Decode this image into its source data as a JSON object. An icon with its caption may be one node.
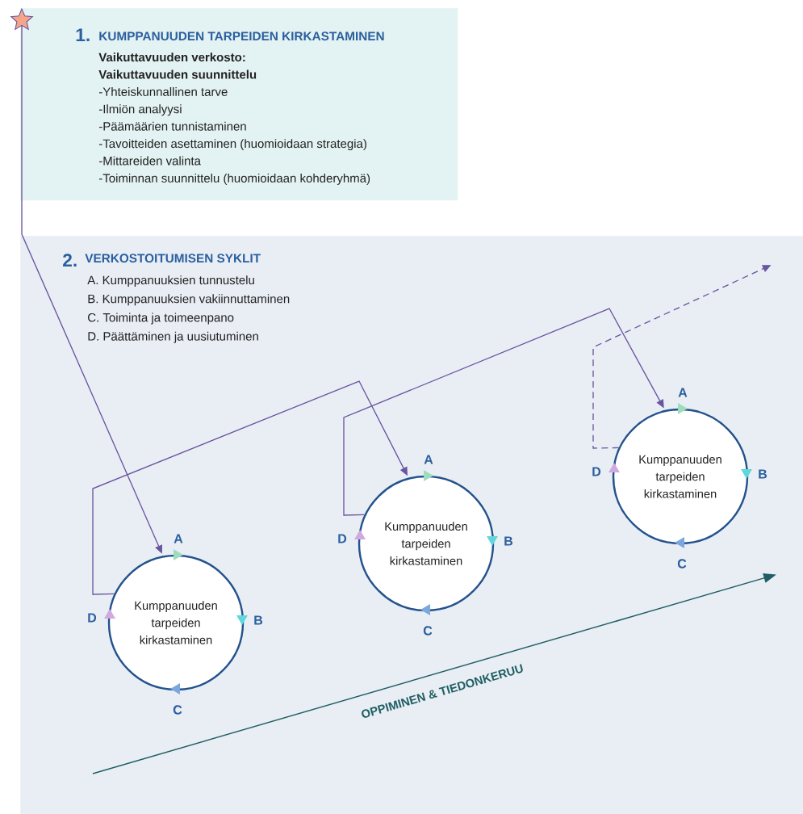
{
  "diagram": {
    "nodes": [
      {
        "text": [
          "1.",
          "KUMPPANUUDEN TARPEIDEN KIRKASTAMINEN",
          "Vaikuttavuuden verkosto:",
          "Vaikuttavuuden suunnittelu",
          "-Yhteiskunnallinen tarve",
          "-Ilmiön analyysi",
          "-Päämäärien tunnistaminen",
          "-Tavoitteiden asettaminen (huomioidaan strategia)",
          "-Mittareiden valinta",
          "-Toiminnan suunnittelu (huomioidaan kohderyhmä)"
        ]
      },
      {
        "text": [],
        "shape": "star"
      },
      {
        "text": [
          "2.",
          "VERKOSTOITUMISEN SYKLIT",
          "A. Kumppanuuksien tunnustelu",
          "B. Kumppanuuksien vakiinnuttaminen",
          "C. Toiminta ja toimeenpano",
          "D. Päättäminen ja uusiutuminen"
        ]
      },
      {
        "text": [
          "Kumppanuuden tarpeiden kirkastaminen"
        ],
        "beside": [
          "A",
          "B",
          "C",
          "D"
        ],
        "in": 2
      },
      {
        "text": [
          "Kumppanuuden tarpeiden kirkastaminen"
        ],
        "beside": [
          "A",
          "B",
          "C",
          "D"
        ],
        "in": 2
      },
      {
        "text": [
          "Kumppanuuden tarpeiden kirkastaminen"
        ],
        "beside": [
          "A",
          "B",
          "C",
          "D"
        ],
        "in": 2
      }
    ],
    "edges": [
      {
        "from": 1,
        "to": 3,
        "arrow": "to"
      },
      {
        "from": 3,
        "to": 4,
        "arrow": "to"
      },
      {
        "from": 4,
        "to": 5,
        "arrow": "to"
      },
      {
        "from": 5,
        "to": null,
        "arrow": "to",
        "style": "dashed"
      }
    ],
    "labels": [
      "OPPIMINEN & TIEDONKERUU"
    ]
  }
}
